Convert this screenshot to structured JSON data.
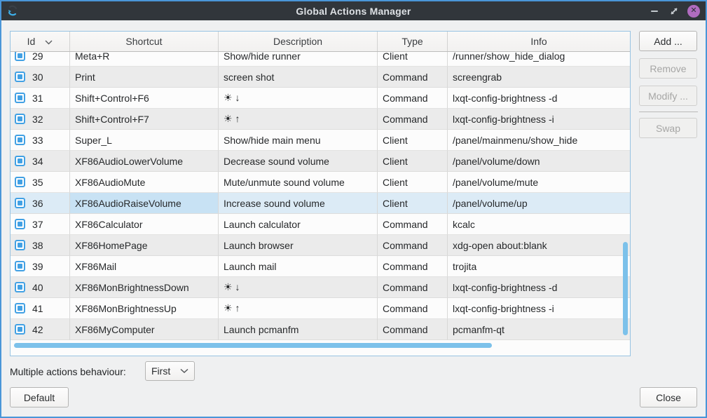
{
  "window": {
    "title": "Global Actions Manager",
    "titlebar_icons": {
      "app_icon": "circular-refresh-arrow",
      "minimize_icon": "horizontal-dash",
      "restore_icon": "diagonal-resize-arrow",
      "close_icon": "x-in-circle"
    },
    "colors": {
      "titlebar_bg": "#31363b",
      "window_border": "#4a96d8",
      "accent_blue": "#42a1e4",
      "selection_row": "#dcebf6",
      "selection_cell": "#c8e2f4",
      "scrollbar": "#7cc1ea",
      "close_button": "#b06cc0"
    }
  },
  "table": {
    "headers": [
      {
        "label": "Id",
        "sorted": true
      },
      {
        "label": "Shortcut",
        "sorted": false
      },
      {
        "label": "Description",
        "sorted": false
      },
      {
        "label": "Type",
        "sorted": false
      },
      {
        "label": "Info",
        "sorted": false
      }
    ],
    "selected_row_id": "36",
    "selected_column": "shortcut",
    "rows": [
      {
        "id": "29",
        "checked": true,
        "shortcut": "Meta+R",
        "description": "Show/hide runner",
        "type": "Client",
        "info": "/runner/show_hide_dialog"
      },
      {
        "id": "30",
        "checked": true,
        "shortcut": "Print",
        "description": "screen shot",
        "type": "Command",
        "info": "screengrab"
      },
      {
        "id": "31",
        "checked": true,
        "shortcut": "Shift+Control+F6",
        "description": "☀︎ ↓",
        "type": "Command",
        "info": "lxqt-config-brightness -d"
      },
      {
        "id": "32",
        "checked": true,
        "shortcut": "Shift+Control+F7",
        "description": "☀︎ ↑",
        "type": "Command",
        "info": "lxqt-config-brightness -i"
      },
      {
        "id": "33",
        "checked": true,
        "shortcut": "Super_L",
        "description": "Show/hide main menu",
        "type": "Client",
        "info": "/panel/mainmenu/show_hide"
      },
      {
        "id": "34",
        "checked": true,
        "shortcut": "XF86AudioLowerVolume",
        "description": "Decrease sound volume",
        "type": "Client",
        "info": "/panel/volume/down"
      },
      {
        "id": "35",
        "checked": true,
        "shortcut": "XF86AudioMute",
        "description": "Mute/unmute sound volume",
        "type": "Client",
        "info": "/panel/volume/mute"
      },
      {
        "id": "36",
        "checked": true,
        "shortcut": "XF86AudioRaiseVolume",
        "description": "Increase sound volume",
        "type": "Client",
        "info": "/panel/volume/up"
      },
      {
        "id": "37",
        "checked": true,
        "shortcut": "XF86Calculator",
        "description": "Launch calculator",
        "type": "Command",
        "info": "kcalc"
      },
      {
        "id": "38",
        "checked": true,
        "shortcut": "XF86HomePage",
        "description": "Launch browser",
        "type": "Command",
        "info": "xdg-open about:blank"
      },
      {
        "id": "39",
        "checked": true,
        "shortcut": "XF86Mail",
        "description": "Launch mail",
        "type": "Command",
        "info": "trojita"
      },
      {
        "id": "40",
        "checked": true,
        "shortcut": "XF86MonBrightnessDown",
        "description": "☀︎ ↓",
        "type": "Command",
        "info": "lxqt-config-brightness -d"
      },
      {
        "id": "41",
        "checked": true,
        "shortcut": "XF86MonBrightnessUp",
        "description": "☀︎ ↑",
        "type": "Command",
        "info": "lxqt-config-brightness -i"
      },
      {
        "id": "42",
        "checked": true,
        "shortcut": "XF86MyComputer",
        "description": "Launch pcmanfm",
        "type": "Command",
        "info": "pcmanfm-qt"
      }
    ]
  },
  "side_buttons": {
    "add": "Add ...",
    "remove": "Remove",
    "modify": "Modify ...",
    "swap": "Swap"
  },
  "bottom": {
    "behaviour_label": "Multiple actions behaviour:",
    "behaviour_selected": "First"
  },
  "footer": {
    "default": "Default",
    "close": "Close"
  }
}
